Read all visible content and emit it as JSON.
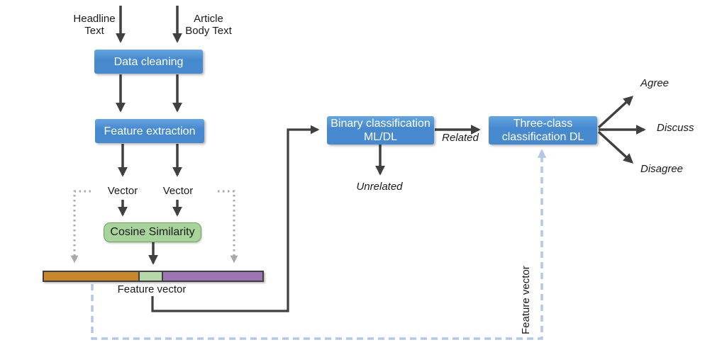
{
  "diagram": {
    "inputs": {
      "headline": {
        "line1": "Headline",
        "line2": "Text"
      },
      "article": {
        "line1": "Article",
        "line2": "Body Text"
      }
    },
    "boxes": {
      "data_cleaning": {
        "label": "Data cleaning"
      },
      "feature_extraction": {
        "label": "Feature extraction"
      },
      "cosine_similarity": {
        "label": "Cosine Similarity"
      },
      "binary_classification": {
        "line1": "Binary classification",
        "line2": "ML/DL"
      },
      "three_class_classification": {
        "line1": "Three-class",
        "line2": "classification DL"
      }
    },
    "labels": {
      "vector_left": "Vector",
      "vector_right": "Vector",
      "feature_vector": "Feature vector",
      "feature_vector_side": "Feature vector",
      "related": "Related",
      "unrelated": "Unrelated"
    },
    "outputs": {
      "agree": "Agree",
      "discuss": "Discuss",
      "disagree": "Disagree"
    },
    "colors": {
      "box_blue_top": "#64a5e0",
      "box_blue": "#4789cf",
      "box_green_fill": "#a8d49c",
      "box_green_border": "#6ba25a",
      "bar_orange": "#c8872b",
      "bar_green": "#b6d8a8",
      "bar_purple": "#9c76b4",
      "bar_border": "#3f3f3f",
      "arrow_dark": "#404040",
      "dotted_gray": "#a9a9a9",
      "dashed_blue": "#b3c7e8",
      "text_dark": "#1a1a1a"
    }
  }
}
